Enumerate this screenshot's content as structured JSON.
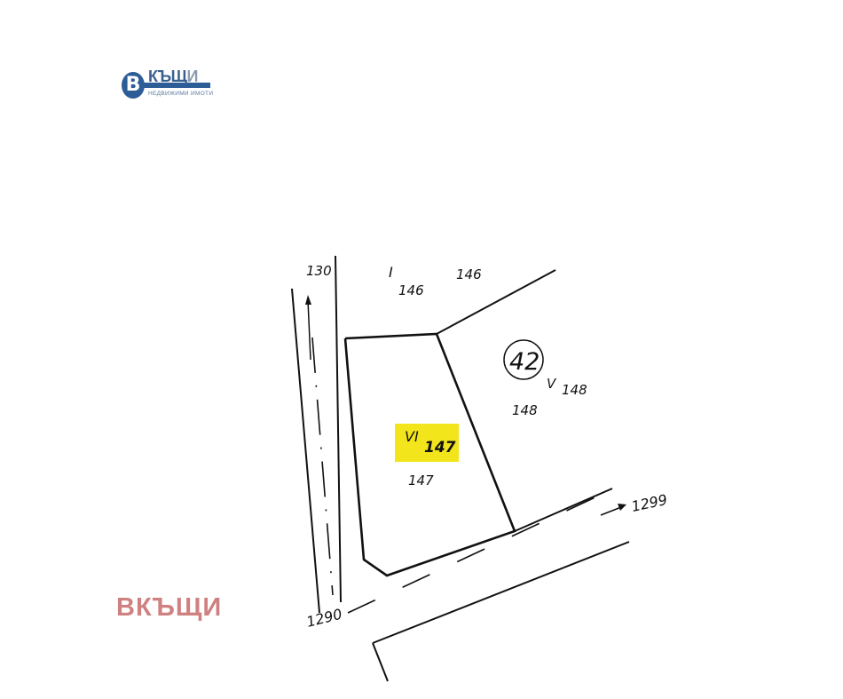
{
  "logo": {
    "letter": "В",
    "word_main": "КЪЩ",
    "word_tail": "И",
    "subtitle": "НЕДВИЖИМИ ИМОТИ",
    "colors": {
      "primary": "#2d5d96",
      "secondary": "#8a9bb0"
    }
  },
  "watermark": {
    "text": "ВКЪЩИ",
    "color": "#cf8181"
  },
  "map": {
    "type": "cadastral-sketch",
    "labels": {
      "street_top": "130",
      "block_roman_top": "I",
      "plot_146_a": "146",
      "plot_146_b": "146",
      "quarter_number": "42",
      "block_roman_right": "V",
      "plot_148_a": "148",
      "plot_148_b": "148",
      "highlight_roman": "VI",
      "highlight_plot": "147",
      "plot_147": "147",
      "street_right": "1299",
      "street_bottom": "1290"
    },
    "highlight_color": "#f2e51c"
  }
}
